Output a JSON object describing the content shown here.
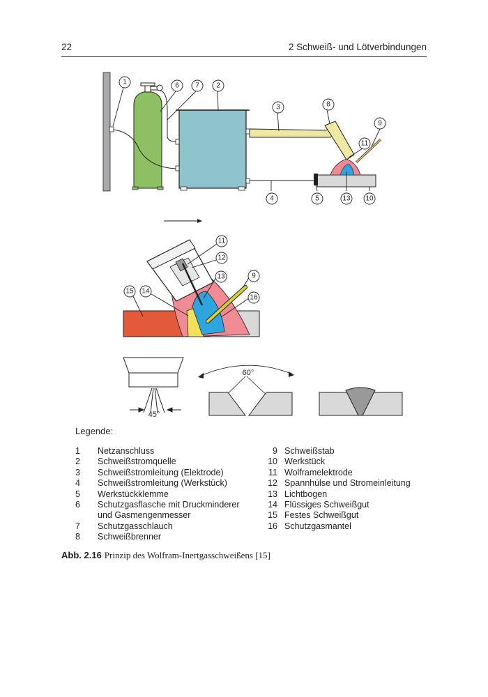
{
  "header": {
    "page_number": "22",
    "chapter": "2   Schweiß- und Lötverbindungen"
  },
  "figure": {
    "callouts": [
      "1",
      "2",
      "3",
      "4",
      "5",
      "6",
      "7",
      "8",
      "9",
      "10",
      "11",
      "12",
      "13",
      "14",
      "15",
      "16"
    ],
    "angle_45": "45°",
    "angle_60": "60°",
    "colors": {
      "gas_cylinder": "#8dc063",
      "power_source": "#8fc3cc",
      "torch_yellow": "#ede9a3",
      "arc_pink": "#f08a93",
      "molten_blue": "#2fa5e0",
      "solid_weld": "#f1e15a",
      "workpiece_orange": "#e35a3a",
      "filler_rod": "#d8d23a",
      "plate_grey": "#d9d9d9",
      "bead_grey": "#999999"
    }
  },
  "legend": {
    "title": "Legende:",
    "left": [
      {
        "num": "1",
        "text": "Netzanschluss"
      },
      {
        "num": "2",
        "text": "Schweißstromquelle"
      },
      {
        "num": "3",
        "text": "Schweißstromleitung (Elektrode)"
      },
      {
        "num": "4",
        "text": "Schweißstromleitung (Werkstück)"
      },
      {
        "num": "5",
        "text": "Werkstückklemme"
      },
      {
        "num": "6",
        "text": "Schutzgasflasche mit Druckminderer"
      },
      {
        "num": "",
        "text": "und Gasmengenmesser"
      },
      {
        "num": "7",
        "text": "Schutzgasschlauch"
      },
      {
        "num": "8",
        "text": "Schweißbrenner"
      }
    ],
    "right": [
      {
        "num": "9",
        "text": "Schweißstab"
      },
      {
        "num": "10",
        "text": "Werkstück"
      },
      {
        "num": "11",
        "text": "Wolframelektrode"
      },
      {
        "num": "12",
        "text": "Spannhülse und Stromeinleitung"
      },
      {
        "num": "13",
        "text": "Lichtbogen"
      },
      {
        "num": "14",
        "text": "Flüssiges Schweißgut"
      },
      {
        "num": "15",
        "text": "Festes Schweißgut"
      },
      {
        "num": "16",
        "text": "Schutzgasmantel"
      }
    ]
  },
  "caption": {
    "label": "Abb. 2.16",
    "text": "Prinzip des Wolfram-Inertgasschweißens [15]"
  }
}
